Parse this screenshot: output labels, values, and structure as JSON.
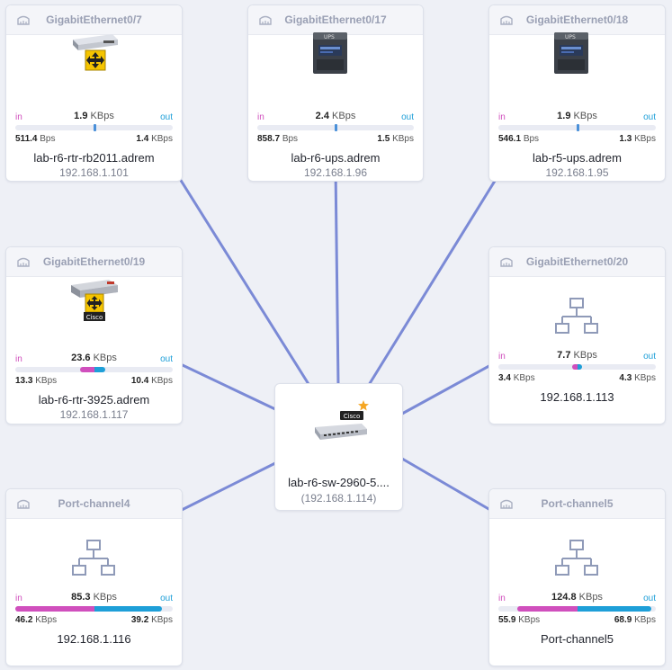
{
  "center": {
    "name": "lab-r6-sw-2960-5....",
    "ip": "(192.168.1.114)",
    "badge": "Cisco"
  },
  "colors": {
    "link": "#7b8ad6",
    "in": "#d04fbd",
    "out": "#1e9fd8"
  },
  "labels": {
    "in": "in",
    "out": "out"
  },
  "cards": [
    {
      "id": "gi07",
      "interface": "GigabitEthernet0/7",
      "device_icon": "router-icon",
      "total_value": "1.9",
      "total_unit": "KBps",
      "in_value": "511.4",
      "in_unit": "Bps",
      "out_value": "1.4",
      "out_unit": "KBps",
      "in_fraction": 0.0,
      "out_fraction": 0.0,
      "hostname": "lab-r6-rtr-rb2011.adrem",
      "ip": "192.168.1.101"
    },
    {
      "id": "gi017",
      "interface": "GigabitEthernet0/17",
      "device_icon": "ups-icon",
      "device_text": "UPS",
      "total_value": "2.4",
      "total_unit": "KBps",
      "in_value": "858.7",
      "in_unit": "Bps",
      "out_value": "1.5",
      "out_unit": "KBps",
      "in_fraction": 0.0,
      "out_fraction": 0.0,
      "hostname": "lab-r6-ups.adrem",
      "ip": "192.168.1.96"
    },
    {
      "id": "gi018",
      "interface": "GigabitEthernet0/18",
      "device_icon": "ups-icon",
      "device_text": "UPS",
      "total_value": "1.9",
      "total_unit": "KBps",
      "in_value": "546.1",
      "in_unit": "Bps",
      "out_value": "1.3",
      "out_unit": "KBps",
      "in_fraction": 0.0,
      "out_fraction": 0.0,
      "hostname": "lab-r5-ups.adrem",
      "ip": "192.168.1.95"
    },
    {
      "id": "gi019",
      "interface": "GigabitEthernet0/19",
      "device_icon": "cisco-router-icon",
      "device_text": "Cisco",
      "total_value": "23.6",
      "total_unit": "KBps",
      "in_value": "13.3",
      "in_unit": "KBps",
      "out_value": "10.4",
      "out_unit": "KBps",
      "in_fraction": 0.09,
      "out_fraction": 0.07,
      "hostname": "lab-r6-rtr-3925.adrem",
      "ip": "192.168.1.117"
    },
    {
      "id": "gi020",
      "interface": "GigabitEthernet0/20",
      "device_icon": "network-icon",
      "total_value": "7.7",
      "total_unit": "KBps",
      "in_value": "3.4",
      "in_unit": "KBps",
      "out_value": "4.3",
      "out_unit": "KBps",
      "in_fraction": 0.03,
      "out_fraction": 0.03,
      "hostname": "192.168.1.113",
      "ip": ""
    },
    {
      "id": "po4",
      "interface": "Port-channel4",
      "device_icon": "network-icon",
      "total_value": "85.3",
      "total_unit": "KBps",
      "in_value": "46.2",
      "in_unit": "KBps",
      "out_value": "39.2",
      "out_unit": "KBps",
      "in_fraction": 0.5,
      "out_fraction": 0.43,
      "hostname": "192.168.1.116",
      "ip": ""
    },
    {
      "id": "po5",
      "interface": "Port-channel5",
      "device_icon": "network-icon",
      "total_value": "124.8",
      "total_unit": "KBps",
      "in_value": "55.9",
      "in_unit": "KBps",
      "out_value": "68.9",
      "out_unit": "KBps",
      "in_fraction": 0.38,
      "out_fraction": 0.47,
      "hostname": "Port-channel5",
      "ip": ""
    }
  ]
}
